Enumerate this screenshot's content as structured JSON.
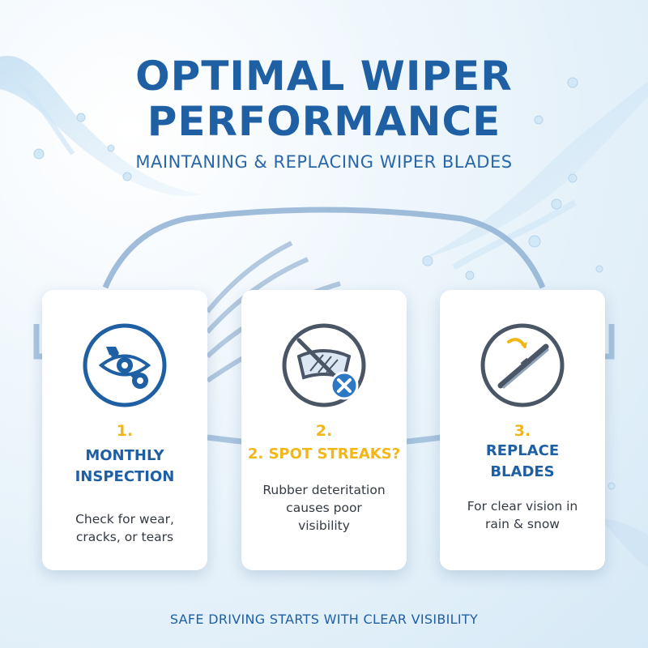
{
  "header": {
    "title_line1": "OPTIMAL WIPER",
    "title_line2": "PERFORMANCE",
    "subtitle": "MAINTANING & REPLACING WIPER BLADES"
  },
  "cards": [
    {
      "number": "1.",
      "title_line1": "MONTHLY",
      "title_line2": "INSPECTION",
      "desc_line1": "Check for wear,",
      "desc_line2": "cracks, or tears",
      "icon": "eye-wrench-icon"
    },
    {
      "number": "2.",
      "title": "2. SPOT STREAKS?",
      "desc_line1": "Rubber deteritation",
      "desc_line2": "causes poor",
      "desc_line3": "visibility",
      "icon": "no-streaks-windshield-icon"
    },
    {
      "number": "3.",
      "title_line1": "REPLACE",
      "title_line2": "BLADES",
      "desc_line1": "For clear vision in",
      "desc_line2": "rain & snow",
      "icon": "wiper-blade-icon"
    }
  ],
  "footer": {
    "text": "SAFE DRIVING STARTS WITH CLEAR VISIBILITY"
  },
  "colors": {
    "primary_blue": "#1f5fa3",
    "accent_yellow": "#f2b617",
    "icon_gray": "#4a5566",
    "alert_blue": "#2d78c4"
  }
}
